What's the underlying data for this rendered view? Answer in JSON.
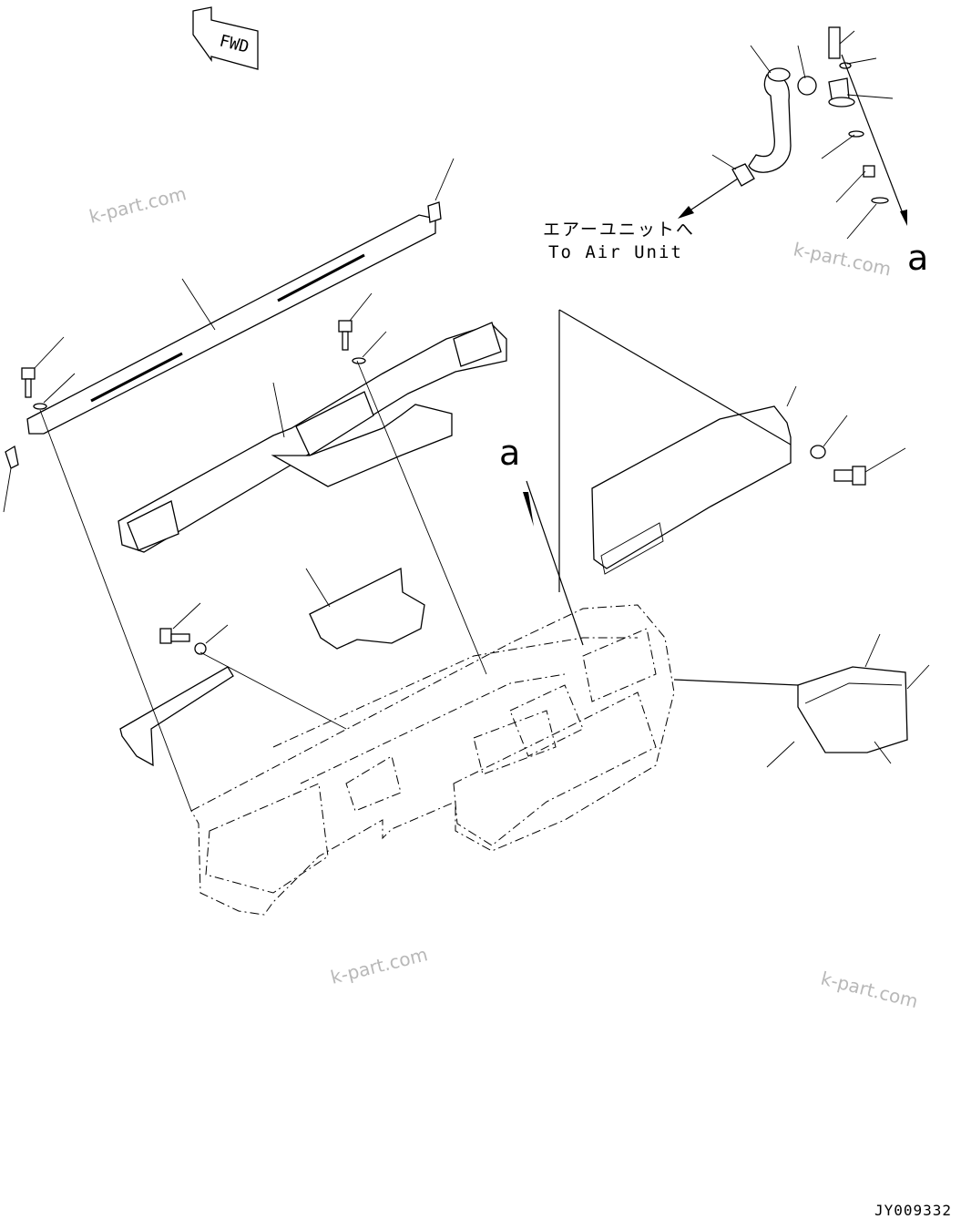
{
  "diagram": {
    "direction_marker": "FWD",
    "air_unit_label_jp": "エアーユニットへ",
    "air_unit_label_en": "To Air Unit",
    "ref_label_top": "a",
    "ref_label_mid": "a",
    "watermarks": [
      "k-part.com",
      "k-part.com",
      "k-part.com",
      "k-part.com"
    ],
    "figure_code": "JY009332"
  }
}
